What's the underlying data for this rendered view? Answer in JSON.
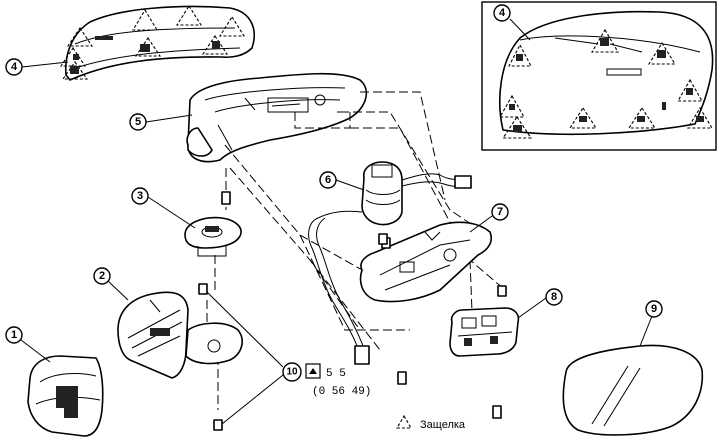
{
  "callouts": [
    "1",
    "2",
    "3",
    "4",
    "5",
    "6",
    "7",
    "8",
    "9",
    "10"
  ],
  "inset_callout": "4",
  "torque": {
    "value": "5 5",
    "secondary": "(0 56 49)"
  },
  "legend": {
    "symbol": "triangle-dashed-icon",
    "label": "Защелка"
  }
}
